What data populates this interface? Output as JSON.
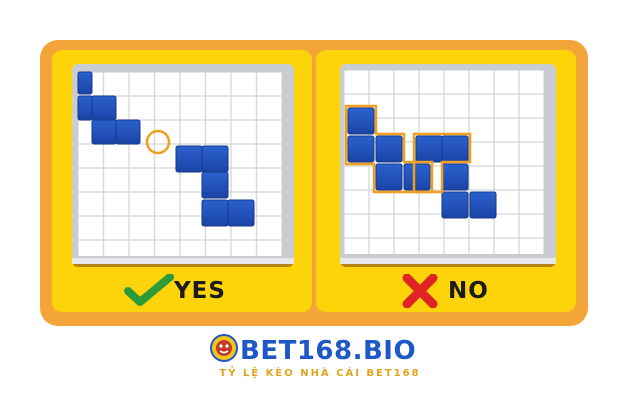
{
  "panels": {
    "yes": {
      "label": "YES",
      "icon": "checkmark-icon",
      "accent": "#2e9a3a"
    },
    "no": {
      "label": "NO",
      "icon": "cross-icon",
      "accent": "#e02424"
    }
  },
  "brand": {
    "name": "BET168.BIO",
    "tagline": "TỶ LỆ KÈO NHÀ CÁI BET168",
    "emblem": "mascot-emblem"
  },
  "colors": {
    "frame": "#f4a53a",
    "panel": "#fdd30a",
    "block": "#1f4fb8",
    "highlight": "#f0a020",
    "brand_blue": "#1e58c7",
    "tagline": "#e2a41c"
  }
}
